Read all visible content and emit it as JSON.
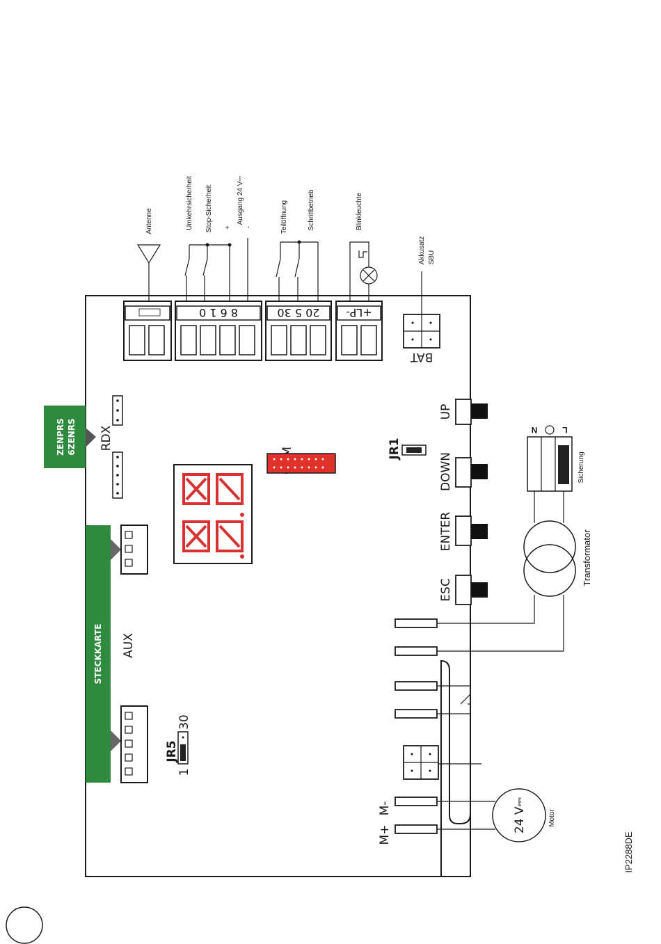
{
  "diagram": {
    "code": "IP2288DE",
    "cards": {
      "radio_card": "ZENPRS\n6ZENRS",
      "plugin_card": "STECKKARTE"
    },
    "connectors": {
      "rdx": "RDX",
      "aux": "AUX",
      "com": "COM",
      "bat": "BAT"
    },
    "jumpers": {
      "jr1": "JR1",
      "jr5": "JR5",
      "jr5_left": "1",
      "jr5_right": "30"
    },
    "buttons": [
      "UP",
      "DOWN",
      "ENTER",
      "ESC"
    ],
    "terminal_groups": [
      {
        "labels": "8  6  1  0"
      },
      {
        "labels": "20  5  30"
      },
      {
        "labels": "+LP-"
      }
    ],
    "external": {
      "antenne": "Antenne",
      "umkehr": "Umkehrsicherheit",
      "stop": "Stop-Sicherheit",
      "ausgang": "Ausgang 24 V⎓",
      "plus": "+",
      "minus": "-",
      "teiloeffnung": "Teilöffnung",
      "schrittbetrieb": "Schrittbetrieb",
      "blinkleuchte": "Blinkleuchte",
      "akkusatz": "Akkusatz",
      "sbu": "SBU",
      "transformator": "Transformator",
      "sicherung": "Sicherung",
      "N": "N",
      "L": "L",
      "motor": "Motor",
      "motor_voltage": "24 V⎓",
      "m_plus": "M+",
      "m_minus": "M-"
    }
  }
}
